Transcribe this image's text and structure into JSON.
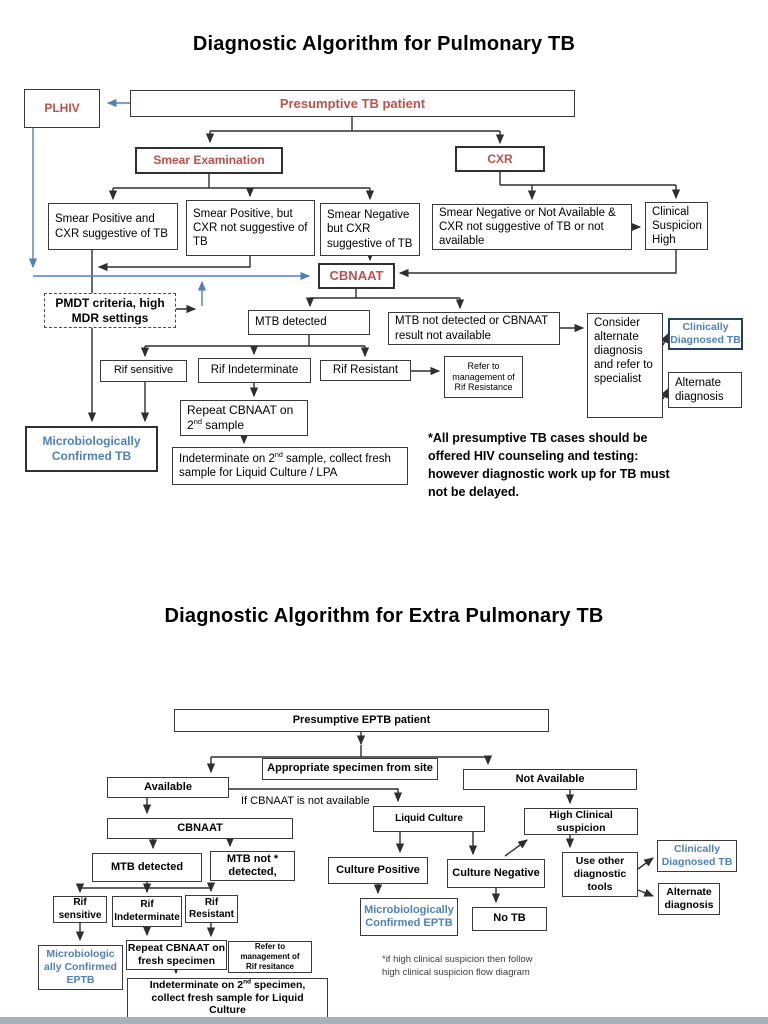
{
  "colors": {
    "accent_red": "#c0504d",
    "accent_blue": "#4f81bd",
    "line_black": "#2e2e2e",
    "line_blue": "#4f81bd"
  },
  "alg1": {
    "title": "Diagnostic Algorithm for Pulmonary TB",
    "plhiv": "PLHIV",
    "presumptive": "Presumptive TB patient",
    "smear_examination": "Smear Examination",
    "cxr": "CXR",
    "smear_pos_cxr_sug": "Smear Positive and CXR suggestive of TB",
    "smear_pos_cxr_not": "Smear Positive, but CXR not suggestive of TB",
    "smear_neg_cxr_sug": "Smear Negative but CXR suggestive of TB",
    "smear_neg_na": "Smear Negative or Not Available & CXR not suggestive of TB or not available",
    "clinical_suspicion": "Clinical Suspicion High",
    "cbnaat": "CBNAAT",
    "pmdt": "PMDT criteria, high\nMDR settings",
    "mtb_detected": "MTB detected",
    "mtb_not_detected": "MTB not detected or CBNAAT result not available",
    "consider": "Consider alternate diagnosis and refer to specialist",
    "clinically_diagnosed": "Clinically Diagnosed TB",
    "alternate_diagnosis": "Alternate diagnosis",
    "rif_sensitive": "Rif sensitive",
    "rif_indeterminate": "Rif Indeterminate",
    "rif_resistant": "Rif Resistant",
    "refer_rif": "Refer to\nmanagement of\nRif Resistance",
    "repeat": {
      "line1": "Repeat CBNAAT on",
      "num": "2",
      "sup": "nd",
      "rest": " sample"
    },
    "micro_confirmed": "Microbiologically Confirmed TB",
    "indeterminate": {
      "a": "Indeterminate on 2",
      "sup": "nd",
      "b": " sample, collect fresh sample for Liquid Culture / LPA"
    },
    "note": "*All presumptive TB cases should be offered HIV counseling and testing: however diagnostic work up for TB must not be delayed."
  },
  "alg2": {
    "title": "Diagnostic Algorithm for Extra Pulmonary TB",
    "presumptive": "Presumptive EPTB patient",
    "specimen": "Appropriate specimen from site",
    "available": "Available",
    "not_available": "Not Available",
    "if_cbnaat": "If CBNAAT is not available",
    "cbnaat": "CBNAAT",
    "liquid_culture": "Liquid Culture",
    "high_clinical": "High Clinical suspicion",
    "mtb_detected": "MTB detected",
    "mtb_not_detected": "MTB not *\ndetected,",
    "culture_positive": "Culture Positive",
    "culture_negative": "Culture Negative",
    "use_other": "Use other\ndiagnostic\ntools",
    "clinically_diagnosed": "Clinically Diagnosed TB",
    "alternate_diagnosis": "Alternate diagnosis",
    "rif_sensitive": "Rif sensitive",
    "rif_indeterminate": "Rif Indeterminate",
    "rif_resistant": "Rif Resistant",
    "micro_confirmed_left": "Microbiologic\nally Confirmed\nEPTB",
    "repeat": "Repeat CBNAAT on fresh specimen",
    "refer_rif": "Refer to\nmanagement of\nRif resitance",
    "indeterminate": {
      "a": "Indeterminate on 2",
      "sup": "nd",
      "b": " specimen, collect fresh sample for Liquid Culture"
    },
    "micro_confirmed": "Microbiologically Confirmed EPTB",
    "no_tb": "No TB",
    "note": "*if high clinical suspicion then follow\nhigh clinical suspicion flow diagram"
  }
}
